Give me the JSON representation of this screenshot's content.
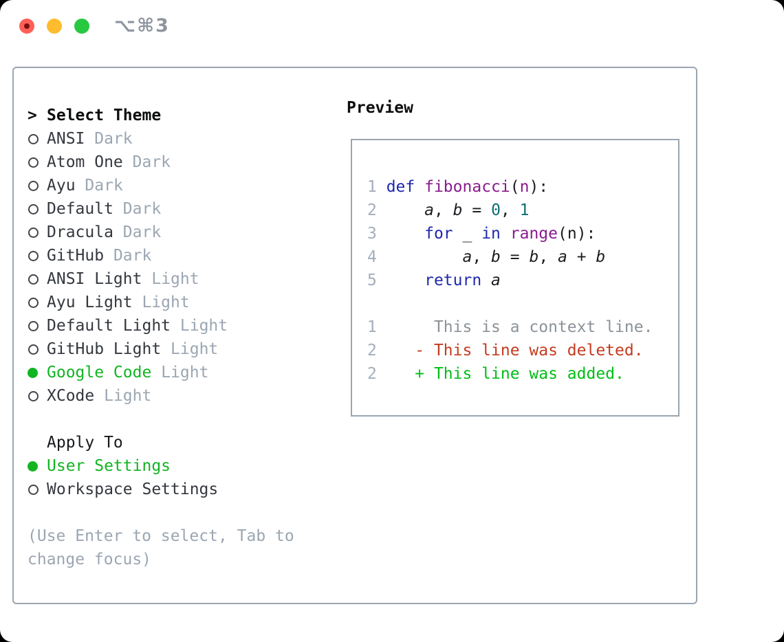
{
  "window": {
    "title": "⌥⌘3",
    "traffic_lights": [
      "close",
      "minimize",
      "zoom"
    ]
  },
  "colors": {
    "panel_border": "#9aa5b1",
    "selection_green": "#12b422",
    "diff_added_green": "#00bd17",
    "diff_deleted_red": "#c53a1e",
    "diff_context_gray": "#8b9299",
    "keyword_blue": "#1f28ae",
    "function_purple": "#8a1b8d",
    "number_teal": "#0d6d75",
    "muted_gray": "#9ba6b2",
    "traffic_red": "#ff5f57",
    "traffic_yellow": "#febc2e",
    "traffic_green": "#28c840"
  },
  "theme_list": {
    "header_marker": ">",
    "header": "Select Theme",
    "items": [
      {
        "name": "ANSI",
        "variant": "Dark",
        "selected": false
      },
      {
        "name": "Atom One",
        "variant": "Dark",
        "selected": false
      },
      {
        "name": "Ayu",
        "variant": "Dark",
        "selected": false
      },
      {
        "name": "Default",
        "variant": "Dark",
        "selected": false
      },
      {
        "name": "Dracula",
        "variant": "Dark",
        "selected": false
      },
      {
        "name": "GitHub",
        "variant": "Dark",
        "selected": false
      },
      {
        "name": "ANSI Light",
        "variant": "Light",
        "selected": false
      },
      {
        "name": "Ayu Light",
        "variant": "Light",
        "selected": false
      },
      {
        "name": "Default Light",
        "variant": "Light",
        "selected": false
      },
      {
        "name": "GitHub Light",
        "variant": "Light",
        "selected": false
      },
      {
        "name": "Google Code",
        "variant": "Light",
        "selected": true
      },
      {
        "name": "XCode",
        "variant": "Light",
        "selected": false
      }
    ]
  },
  "apply_to": {
    "header": "Apply To",
    "options": [
      {
        "label": "User Settings",
        "selected": true
      },
      {
        "label": "Workspace Settings",
        "selected": false
      }
    ]
  },
  "hint": {
    "line1": "(Use Enter to select, Tab to",
    "line2": "change focus)"
  },
  "preview": {
    "header": "Preview",
    "code_lines": [
      {
        "num": "1",
        "tokens": [
          {
            "t": "def",
            "s": "kw"
          },
          {
            "t": " ",
            "s": "plain"
          },
          {
            "t": "fibonacci",
            "s": "fn"
          },
          {
            "t": "(",
            "s": "plain"
          },
          {
            "t": "n",
            "s": "fn"
          },
          {
            "t": "):",
            "s": "plain"
          }
        ]
      },
      {
        "num": "2",
        "tokens": [
          {
            "t": "    ",
            "s": "plain"
          },
          {
            "t": "a",
            "s": "var"
          },
          {
            "t": ", ",
            "s": "plain"
          },
          {
            "t": "b",
            "s": "var"
          },
          {
            "t": " = ",
            "s": "plain"
          },
          {
            "t": "0",
            "s": "num"
          },
          {
            "t": ", ",
            "s": "plain"
          },
          {
            "t": "1",
            "s": "num"
          }
        ]
      },
      {
        "num": "3",
        "tokens": [
          {
            "t": "    ",
            "s": "plain"
          },
          {
            "t": "for",
            "s": "kw"
          },
          {
            "t": " _ ",
            "s": "plain"
          },
          {
            "t": "in",
            "s": "kw"
          },
          {
            "t": " ",
            "s": "plain"
          },
          {
            "t": "range",
            "s": "fn"
          },
          {
            "t": "(n):",
            "s": "plain"
          }
        ]
      },
      {
        "num": "4",
        "tokens": [
          {
            "t": "        ",
            "s": "plain"
          },
          {
            "t": "a",
            "s": "var"
          },
          {
            "t": ", ",
            "s": "plain"
          },
          {
            "t": "b",
            "s": "var"
          },
          {
            "t": " = ",
            "s": "plain"
          },
          {
            "t": "b",
            "s": "var"
          },
          {
            "t": ", ",
            "s": "plain"
          },
          {
            "t": "a",
            "s": "var"
          },
          {
            "t": " + ",
            "s": "plain"
          },
          {
            "t": "b",
            "s": "var"
          }
        ]
      },
      {
        "num": "5",
        "tokens": [
          {
            "t": "    ",
            "s": "plain"
          },
          {
            "t": "return",
            "s": "kw"
          },
          {
            "t": " ",
            "s": "plain"
          },
          {
            "t": "a",
            "s": "var"
          }
        ]
      }
    ],
    "diff_lines": [
      {
        "num": "1",
        "kind": "ctx",
        "text": "      This is a context line."
      },
      {
        "num": "2",
        "kind": "del",
        "text": "    - This line was deleted."
      },
      {
        "num": "2",
        "kind": "add",
        "text": "    + This line was added."
      }
    ]
  }
}
